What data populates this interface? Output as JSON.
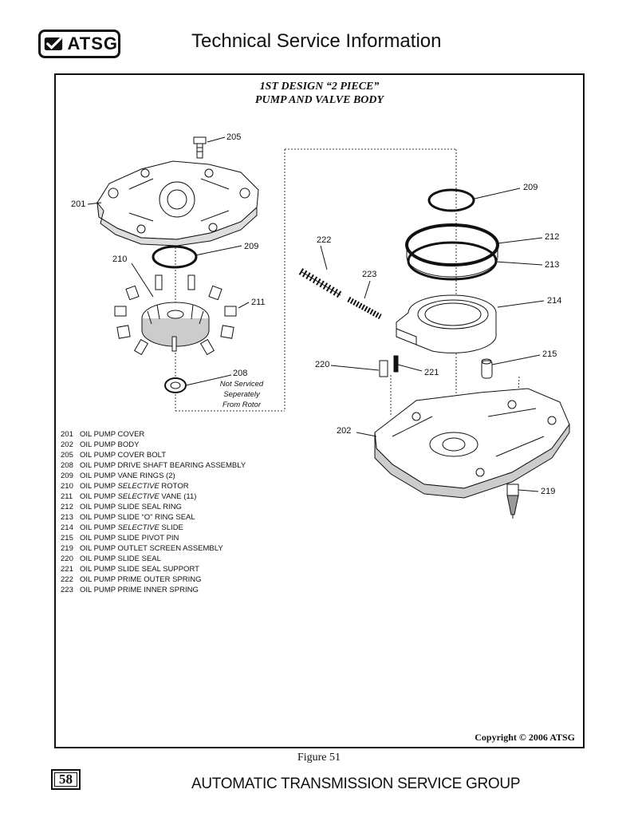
{
  "header": {
    "logo_text": "ATSG",
    "title": "Technical Service Information"
  },
  "diagram": {
    "title_line1": "1ST DESIGN “2 PIECE”",
    "title_line2": "PUMP AND VALVE BODY",
    "callouts": [
      "205",
      "201",
      "209",
      "210",
      "211",
      "208",
      "209",
      "212",
      "213",
      "222",
      "223",
      "214",
      "215",
      "220",
      "221",
      "202",
      "219"
    ],
    "note_208": [
      "Not Serviced",
      "Seperately",
      "From Rotor"
    ]
  },
  "parts_list": [
    {
      "num": "201",
      "pre": "OIL PUMP COVER",
      "italic": "",
      "post": ""
    },
    {
      "num": "202",
      "pre": "OIL PUMP BODY",
      "italic": "",
      "post": ""
    },
    {
      "num": "205",
      "pre": "OIL PUMP COVER BOLT",
      "italic": "",
      "post": ""
    },
    {
      "num": "208",
      "pre": "OIL PUMP DRIVE SHAFT BEARING ASSEMBLY",
      "italic": "",
      "post": ""
    },
    {
      "num": "209",
      "pre": "OIL PUMP VANE RINGS (2)",
      "italic": "",
      "post": ""
    },
    {
      "num": "210",
      "pre": "OIL PUMP ",
      "italic": "SELECTIVE",
      "post": " ROTOR"
    },
    {
      "num": "211",
      "pre": "OIL PUMP ",
      "italic": "SELECTIVE",
      "post": " VANE (11)"
    },
    {
      "num": "212",
      "pre": "OIL PUMP SLIDE SEAL RING",
      "italic": "",
      "post": ""
    },
    {
      "num": "213",
      "pre": "OIL PUMP SLIDE “O” RING SEAL",
      "italic": "",
      "post": ""
    },
    {
      "num": "214",
      "pre": "OIL PUMP ",
      "italic": "SELECTIVE",
      "post": " SLIDE"
    },
    {
      "num": "215",
      "pre": "OIL PUMP SLIDE PIVOT PIN",
      "italic": "",
      "post": ""
    },
    {
      "num": "219",
      "pre": "OIL PUMP OUTLET SCREEN ASSEMBLY",
      "italic": "",
      "post": ""
    },
    {
      "num": "220",
      "pre": "OIL PUMP SLIDE SEAL",
      "italic": "",
      "post": ""
    },
    {
      "num": "221",
      "pre": "OIL PUMP SLIDE SEAL SUPPORT",
      "italic": "",
      "post": ""
    },
    {
      "num": "222",
      "pre": "OIL PUMP PRIME OUTER SPRING",
      "italic": "",
      "post": ""
    },
    {
      "num": "223",
      "pre": "OIL PUMP PRIME INNER SPRING",
      "italic": "",
      "post": ""
    }
  ],
  "copyright": "Copyright © 2006 ATSG",
  "figure_caption": "Figure 51",
  "footer": {
    "page_number": "58",
    "text": "AUTOMATIC TRANSMISSION SERVICE GROUP"
  }
}
